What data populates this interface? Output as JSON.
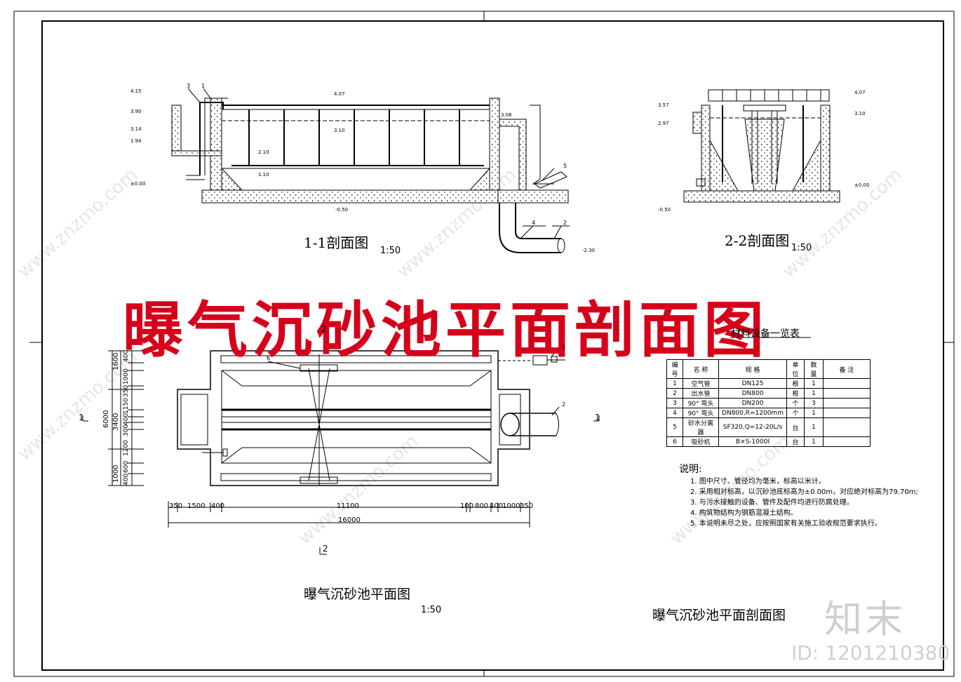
{
  "drawing": {
    "main_title": "曝气沉砂池平面剖面图",
    "title_block_text": "曝气沉砂池平面剖面图"
  },
  "section_1": {
    "title": "1-1剖面图",
    "scale": "1:50",
    "elevations": [
      "4.15",
      "3.90",
      "3.14",
      "1.94",
      "±0.00",
      "4.07",
      "3.06",
      "3.10",
      "2.10",
      "1.10",
      "-0.50",
      "-2.30"
    ],
    "callouts": [
      "3",
      "1",
      "5",
      "4",
      "2"
    ]
  },
  "section_2": {
    "title": "2-2剖面图",
    "scale": "1:50",
    "elevations": [
      "3.57",
      "2.97",
      "-0.50",
      "4.07",
      "3.10",
      "±0.00"
    ]
  },
  "plan": {
    "title": "曝气沉砂池平面图",
    "scale": "1:50",
    "section_marks": [
      "1",
      "1",
      "2",
      "2"
    ],
    "callouts": [
      "6",
      "5",
      "2"
    ],
    "dims_bottom": [
      "350",
      "1500",
      "400",
      "11100",
      "100",
      "800",
      "400",
      "1000",
      "350"
    ],
    "dims_total": "16000",
    "dims_left_outer": [
      "1600",
      "3400",
      "1000"
    ],
    "dims_left_total": "6000",
    "dims_left_inner": [
      "400",
      "1000",
      "350",
      "1150",
      "400",
      "300",
      "1200",
      "600",
      "400"
    ]
  },
  "materials_table": {
    "title": "材料设备一览表",
    "headers": [
      "编号",
      "名 称",
      "规 格",
      "单 位",
      "数 量",
      "备  注"
    ],
    "rows": [
      [
        "1",
        "空气管",
        "DN125",
        "根",
        "1",
        ""
      ],
      [
        "2",
        "出水管",
        "DN800",
        "根",
        "1",
        ""
      ],
      [
        "3",
        "90° 弯头",
        "DN200",
        "个",
        "3",
        ""
      ],
      [
        "4",
        "90° 弯头",
        "DN800,R=1200mm",
        "个",
        "1",
        ""
      ],
      [
        "5",
        "砂水分离器",
        "SF320,Q=12-20L/s",
        "台",
        "1",
        ""
      ],
      [
        "6",
        "吸砂机",
        "B×S-1000I",
        "台",
        "1",
        ""
      ]
    ]
  },
  "notes": {
    "heading": "说明:",
    "items": [
      "1.  图中尺寸、管径均为毫米，标高以米计。",
      "2.  采用相对标高，以沉砂池底标高为±0.00m，对应绝对标高为79.70m;",
      "3.  与污水接触的设备、管件及配件均进行防腐处理。",
      "4.  构筑物结构为钢筋混凝土结构。",
      "5.  本说明未尽之处，应按照国家有关施工验收规范要求执行。"
    ]
  },
  "branding": {
    "logo": "知末",
    "id_text": "ID: 1201210380",
    "watermark": "www.znzmo.com"
  },
  "colors": {
    "title_red": "#d6001a",
    "line": "#000000",
    "watermark": "#e6e6e6"
  }
}
